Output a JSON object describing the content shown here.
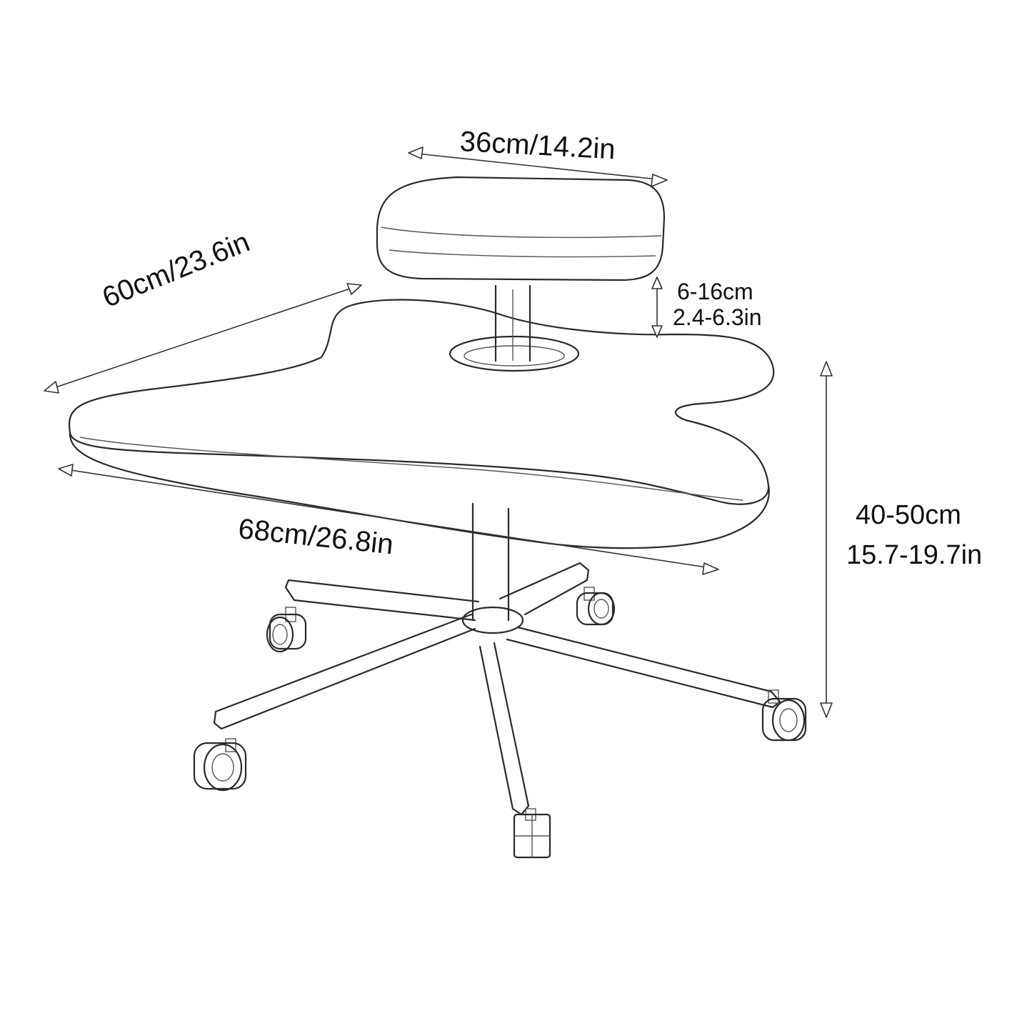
{
  "dimensions": {
    "backrest_width": "36cm/14.2in",
    "seat_depth": "60cm/23.6in",
    "seat_width": "68cm/26.8in",
    "backrest_height_cm": "6-16cm",
    "backrest_height_in": "2.4-6.3in",
    "total_height_cm": "40-50cm",
    "total_height_in": "15.7-19.7in"
  }
}
